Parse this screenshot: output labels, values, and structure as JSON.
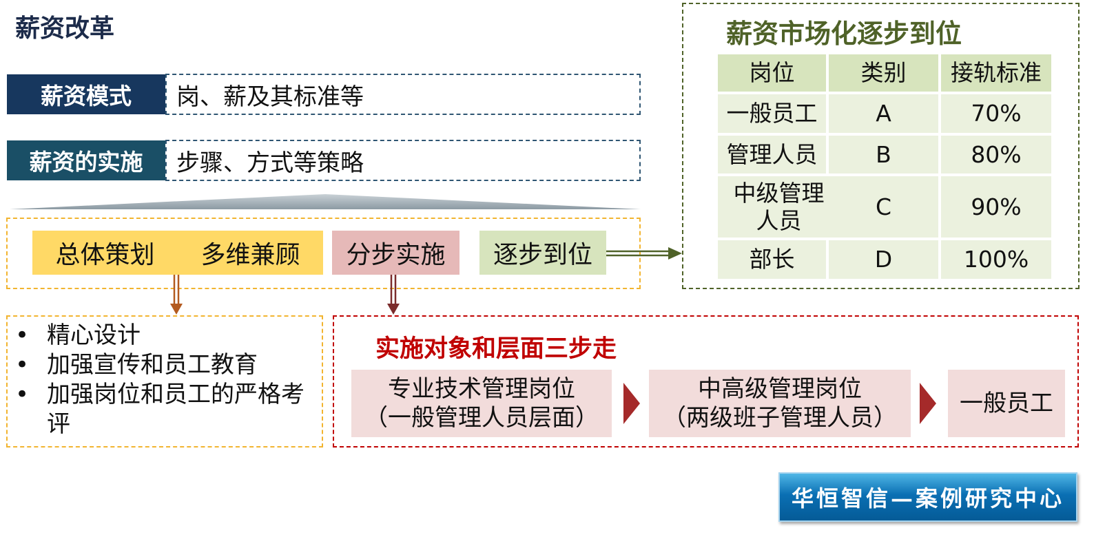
{
  "title": "薪资改革",
  "rows": [
    {
      "label": "薪资模式",
      "desc": "岗、薪及其标准等"
    },
    {
      "label": "薪资的实施",
      "desc": "步骤、方式等策略"
    }
  ],
  "tags": {
    "overall": "总体策划",
    "multi": "多维兼顾",
    "step_impl": "分步实施",
    "gradual": "逐步到位"
  },
  "bullets": [
    "精心设计",
    "加强宣传和员工教育",
    "加强岗位和员工的严格考评"
  ],
  "steps": {
    "title": "实施对象和层面三步走",
    "items": [
      {
        "line1": "专业技术管理岗位",
        "line2": "（一般管理人员层面）"
      },
      {
        "line1": "中高级管理岗位",
        "line2": "（两级班子管理人员）"
      },
      {
        "line1": "一般员工",
        "line2": ""
      }
    ]
  },
  "market": {
    "title": "薪资市场化逐步到位",
    "headers": [
      "岗位",
      "类别",
      "接轨标准"
    ],
    "rows": [
      [
        "一般员工",
        "A",
        "70%"
      ],
      [
        "管理人员",
        "B",
        "80%"
      ],
      [
        "中级管理人员",
        "C",
        "90%"
      ],
      [
        "部长",
        "D",
        "100%"
      ]
    ]
  },
  "logo": "华恒智信—案例研究中心",
  "colors": {
    "navy": "#17375e",
    "red": "#c00000",
    "olive": "#4f6228",
    "orange": "#f2b42f"
  }
}
